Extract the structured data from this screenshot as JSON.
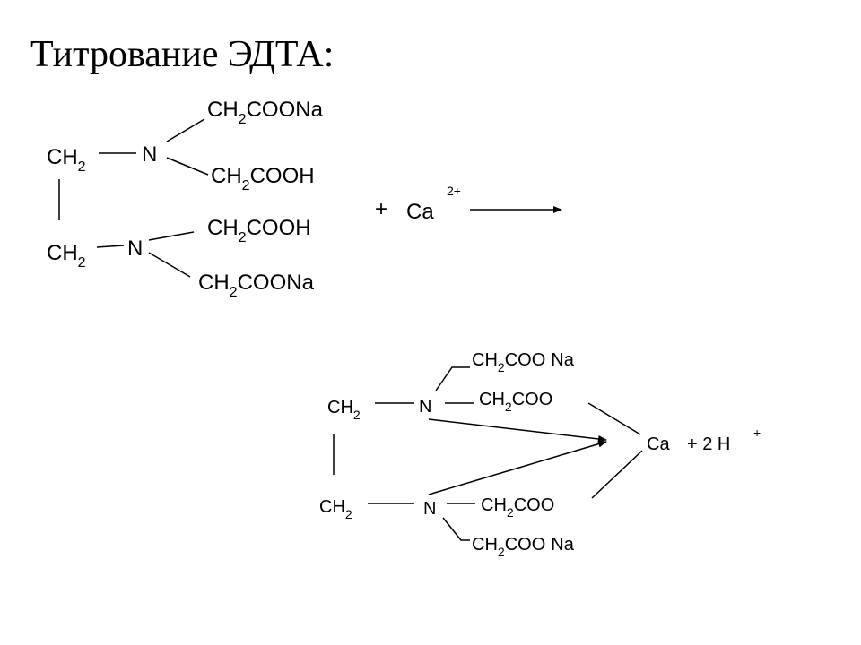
{
  "title": "Титрование ЭДТА:",
  "reactant": {
    "ch2_top": {
      "main": "CH",
      "sub": "2"
    },
    "ch2_bottom": {
      "main": "CH",
      "sub": "2"
    },
    "n_top": "N",
    "n_bottom": "N",
    "group_1": {
      "pre": "CH",
      "sub": "2",
      "post": "COONa"
    },
    "group_2": {
      "pre": "CH",
      "sub": "2",
      "post": "COOH"
    },
    "group_3": {
      "pre": "CH",
      "sub": "2",
      "post": "COOH"
    },
    "group_4": {
      "pre": "CH",
      "sub": "2",
      "post": "COONa"
    }
  },
  "reagent": {
    "plus": "+",
    "ion": "Ca",
    "charge": "2+"
  },
  "product": {
    "ch2_top": {
      "main": "CH",
      "sub": "2"
    },
    "ch2_bottom": {
      "main": "CH",
      "sub": "2"
    },
    "n_top": "N",
    "n_bottom": "N",
    "group_1": {
      "pre": "CH",
      "sub": "2",
      "post": "COO",
      "na": "Na"
    },
    "group_2": {
      "pre": "CH",
      "sub": "2",
      "post": "COO"
    },
    "group_3": {
      "pre": "CH",
      "sub": "2",
      "post": "COO"
    },
    "group_4": {
      "pre": "CH",
      "sub": "2",
      "post": "COO",
      "na": "Na"
    },
    "metal": "Ca",
    "byproduct": "+ 2 H",
    "byproduct_charge": "+"
  }
}
